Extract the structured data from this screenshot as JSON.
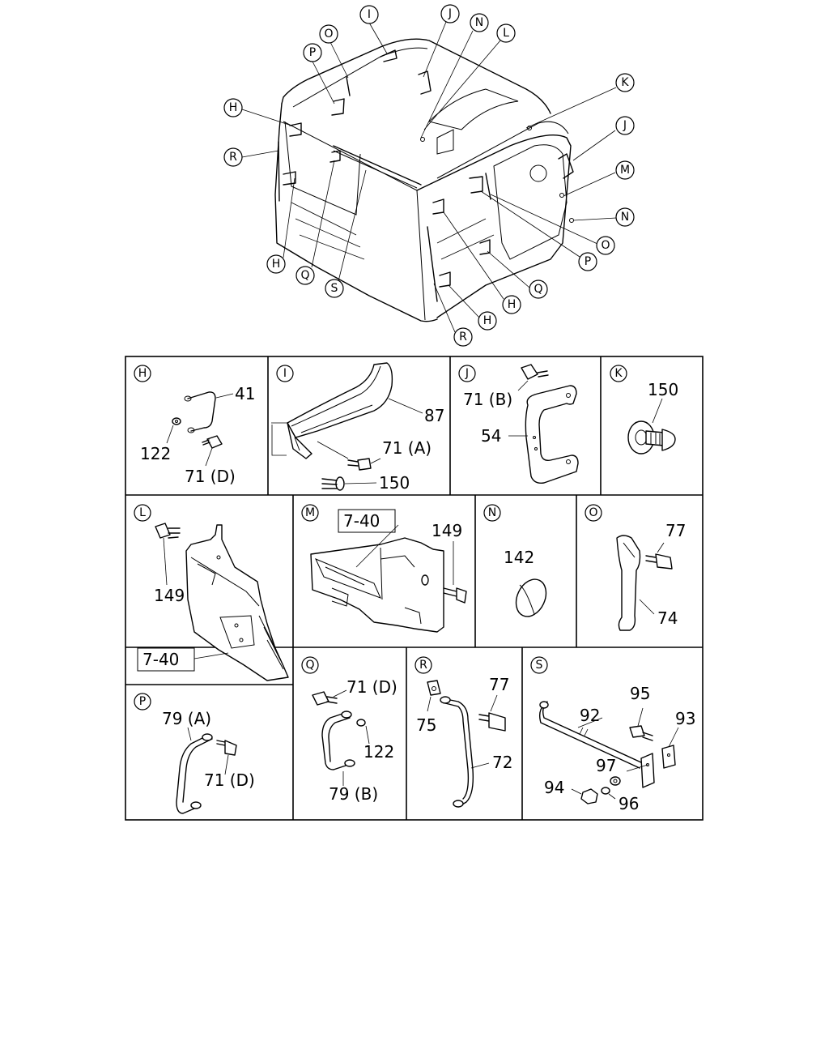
{
  "overview_callouts": {
    "I": "I",
    "J1": "J",
    "N1": "N",
    "L1": "L",
    "O1": "O",
    "P1": "P",
    "H1": "H",
    "R1": "R",
    "K": "K",
    "J2": "J",
    "M": "M",
    "N2": "N",
    "O2": "O",
    "P2": "P",
    "Q1": "Q",
    "H2": "H",
    "H3": "H",
    "R2": "R",
    "H4": "H",
    "Q2": "Q",
    "S": "S"
  },
  "panels": {
    "H": {
      "letter": "H",
      "parts": [
        "41",
        "122",
        "71 (D)"
      ]
    },
    "I": {
      "letter": "I",
      "parts": [
        "87",
        "71 (A)",
        "150"
      ]
    },
    "J": {
      "letter": "J",
      "parts": [
        "71 (B)",
        "54"
      ]
    },
    "K": {
      "letter": "K",
      "parts": [
        "150"
      ]
    },
    "L": {
      "letter": "L",
      "parts": [
        "149",
        "7-40"
      ]
    },
    "M": {
      "letter": "M",
      "parts": [
        "7-40",
        "149"
      ]
    },
    "N": {
      "letter": "N",
      "parts": [
        "142"
      ]
    },
    "O": {
      "letter": "O",
      "parts": [
        "77",
        "74"
      ]
    },
    "P": {
      "letter": "P",
      "parts": [
        "79 (A)",
        "71 (D)"
      ]
    },
    "Q": {
      "letter": "Q",
      "parts": [
        "71 (D)",
        "122",
        "79 (B)"
      ]
    },
    "R": {
      "letter": "R",
      "parts": [
        "77",
        "75",
        "72"
      ]
    },
    "S": {
      "letter": "S",
      "parts": [
        "95",
        "92",
        "93",
        "97",
        "94",
        "96"
      ]
    }
  }
}
